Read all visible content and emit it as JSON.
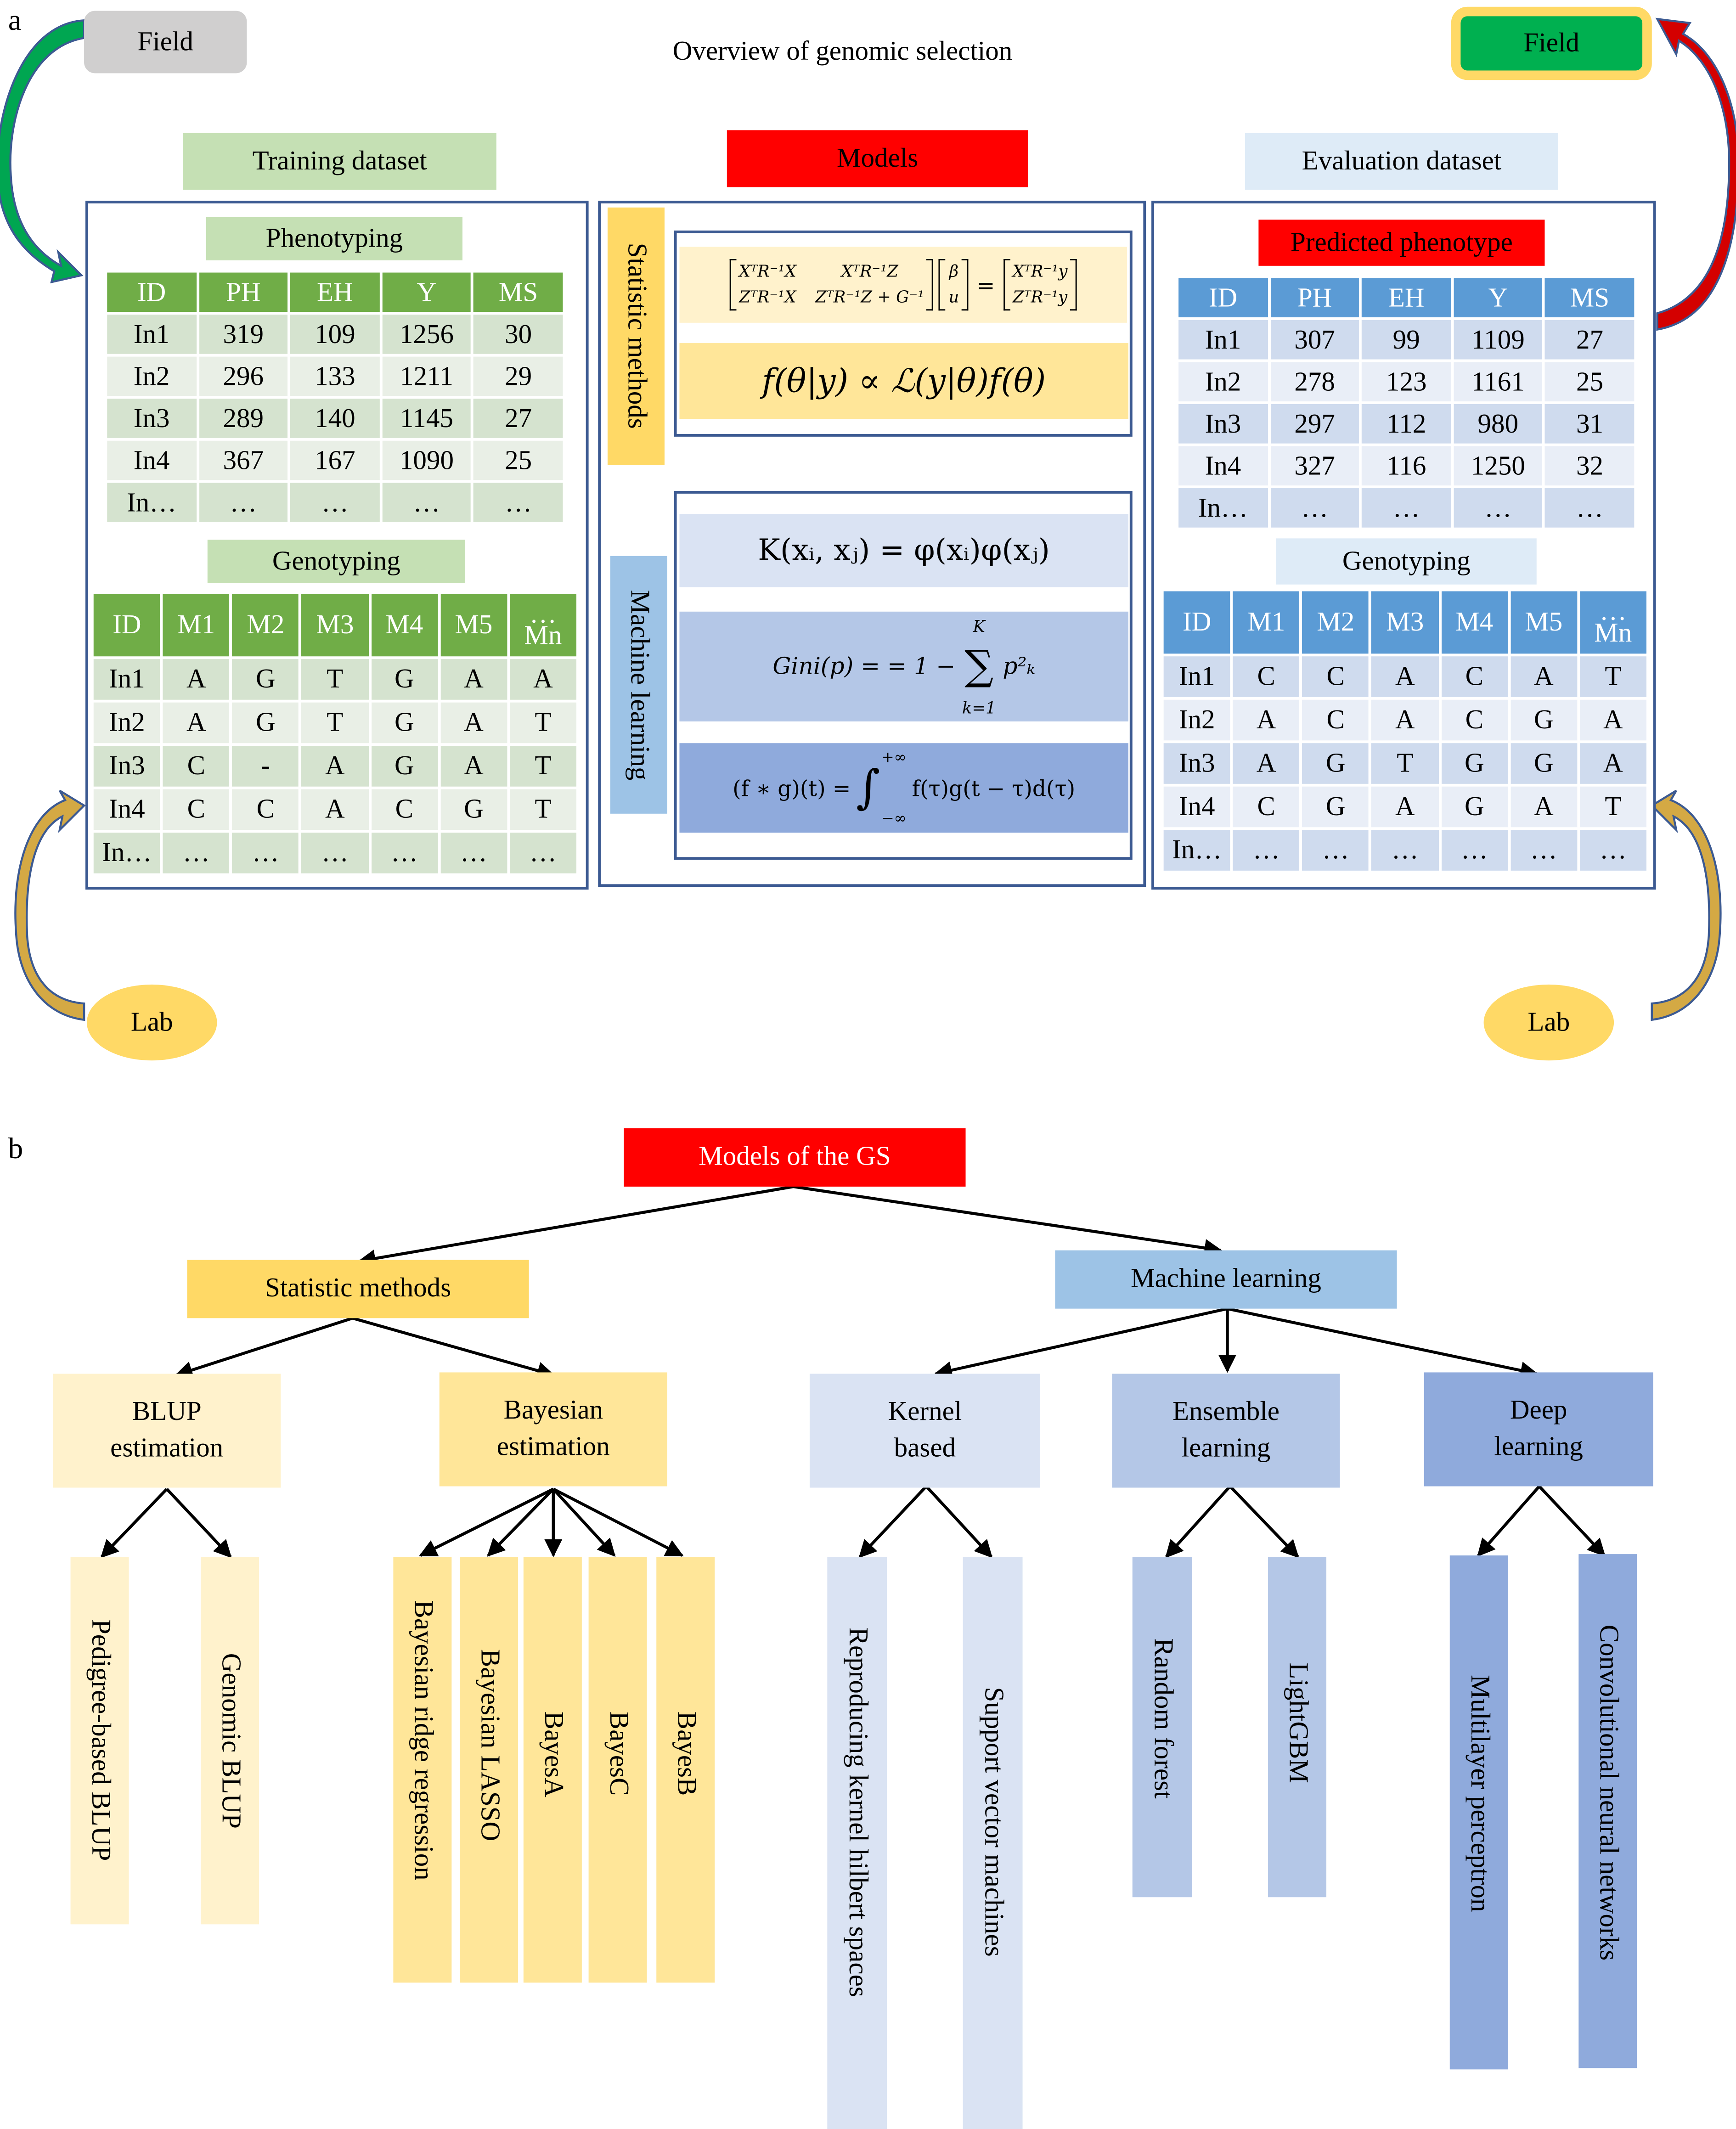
{
  "panel_a": {
    "letter": "a",
    "title": "Overview of genomic selection",
    "field_left": "Field",
    "field_right": "Field",
    "lab_left": "Lab",
    "lab_right": "Lab",
    "training": {
      "title": "Training dataset",
      "phenotyping_label": "Phenotyping",
      "pheno_headers": [
        "ID",
        "PH",
        "EH",
        "Y",
        "MS"
      ],
      "pheno_rows": [
        [
          "In1",
          "319",
          "109",
          "1256",
          "30"
        ],
        [
          "In2",
          "296",
          "133",
          "1211",
          "29"
        ],
        [
          "In3",
          "289",
          "140",
          "1145",
          "27"
        ],
        [
          "In4",
          "367",
          "167",
          "1090",
          "25"
        ],
        [
          "In…",
          "…",
          "…",
          "…",
          "…"
        ]
      ],
      "genotyping_label": "Genotyping",
      "geno_headers": [
        "ID",
        "M1",
        "M2",
        "M3",
        "M4",
        "M5",
        "…",
        "Mn"
      ],
      "geno_rows": [
        [
          "In1",
          "A",
          "G",
          "T",
          "G",
          "A",
          "A"
        ],
        [
          "In2",
          "A",
          "G",
          "T",
          "G",
          "A",
          "T"
        ],
        [
          "In3",
          "C",
          "-",
          "A",
          "G",
          "A",
          "T"
        ],
        [
          "In4",
          "C",
          "C",
          "A",
          "C",
          "G",
          "T"
        ],
        [
          "In…",
          "…",
          "…",
          "…",
          "…",
          "…",
          "…"
        ]
      ]
    },
    "models": {
      "title": "Models",
      "statistic_label": "Statistic methods",
      "ml_label": "Machine learning",
      "eq_mme_left_r1c1": "XᵀR⁻¹X",
      "eq_mme_left_r1c2": "XᵀR⁻¹Z",
      "eq_mme_left_r2c1": "ZᵀR⁻¹X",
      "eq_mme_left_r2c2": "ZᵀR⁻¹Z + G⁻¹",
      "eq_mme_vec_1": "β",
      "eq_mme_vec_2": "u",
      "eq_mme_eq": "=",
      "eq_mme_rhs_1": "XᵀR⁻¹y",
      "eq_mme_rhs_2": "ZᵀR⁻¹y",
      "eq_bayes": "f(θ|y) ∝ ℒ(y|θ)f(θ)",
      "eq_kernel": "K(xᵢ, xⱼ) = φ(xᵢ)φ(xⱼ)",
      "eq_gini_lhs": "Gini(p) = = 1 −",
      "eq_gini_sum": "∑",
      "eq_gini_top": "K",
      "eq_gini_bottom": "k=1",
      "eq_gini_term": "p²ₖ",
      "eq_conv_lhs": "(f ∗ g)(t) =",
      "eq_conv_int": "∫",
      "eq_conv_top": "+∞",
      "eq_conv_bottom": "−∞",
      "eq_conv_rhs": "f(τ)g(t − τ)d(τ)"
    },
    "evaluation": {
      "title": "Evaluation dataset",
      "predicted_label": "Predicted phenotype",
      "pheno_headers": [
        "ID",
        "PH",
        "EH",
        "Y",
        "MS"
      ],
      "pheno_rows": [
        [
          "In1",
          "307",
          "99",
          "1109",
          "27"
        ],
        [
          "In2",
          "278",
          "123",
          "1161",
          "25"
        ],
        [
          "In3",
          "297",
          "112",
          "980",
          "31"
        ],
        [
          "In4",
          "327",
          "116",
          "1250",
          "32"
        ],
        [
          "In…",
          "…",
          "…",
          "…",
          "…"
        ]
      ],
      "genotyping_label": "Genotyping",
      "geno_headers": [
        "ID",
        "M1",
        "M2",
        "M3",
        "M4",
        "M5",
        "…",
        "Mn"
      ],
      "geno_rows": [
        [
          "In1",
          "C",
          "C",
          "A",
          "C",
          "A",
          "T"
        ],
        [
          "In2",
          "A",
          "C",
          "A",
          "C",
          "G",
          "A"
        ],
        [
          "In3",
          "A",
          "G",
          "T",
          "G",
          "G",
          "A"
        ],
        [
          "In4",
          "C",
          "G",
          "A",
          "G",
          "A",
          "T"
        ],
        [
          "In…",
          "…",
          "…",
          "…",
          "…",
          "…",
          "…"
        ]
      ]
    }
  },
  "panel_b": {
    "letter": "b",
    "root": "Models of the GS",
    "statistic": "Statistic methods",
    "ml": "Machine learning",
    "blup": [
      "BLUP",
      "estimation"
    ],
    "bayesian": [
      "Bayesian",
      "estimation"
    ],
    "kernel": [
      "Kernel",
      "based"
    ],
    "ensemble": [
      "Ensemble",
      "learning"
    ],
    "deep": [
      "Deep",
      "learning"
    ],
    "leaves": {
      "pedigree": "Pedigree-based BLUP",
      "genomic": "Genomic BLUP",
      "ridge": "Bayesian ridge regression",
      "lasso": "Bayesian LASSO",
      "bayesa": "BayesA",
      "bayesc": "BayesC",
      "bayesb": "BayesB",
      "rkhs": "Reproducing kernel hilbert spaces",
      "svm": "Support vector machines",
      "rf": "Random forest",
      "lgbm": "LightGBM",
      "mlp": "Multilayer perceptron",
      "cnn": "Convolutional neural networks"
    }
  },
  "colors": {
    "green_header": "#70ad47",
    "blue_header": "#5b9bd5",
    "red": "#ff0000",
    "yellow": "#ffd966",
    "frame": "#3c5a92"
  }
}
